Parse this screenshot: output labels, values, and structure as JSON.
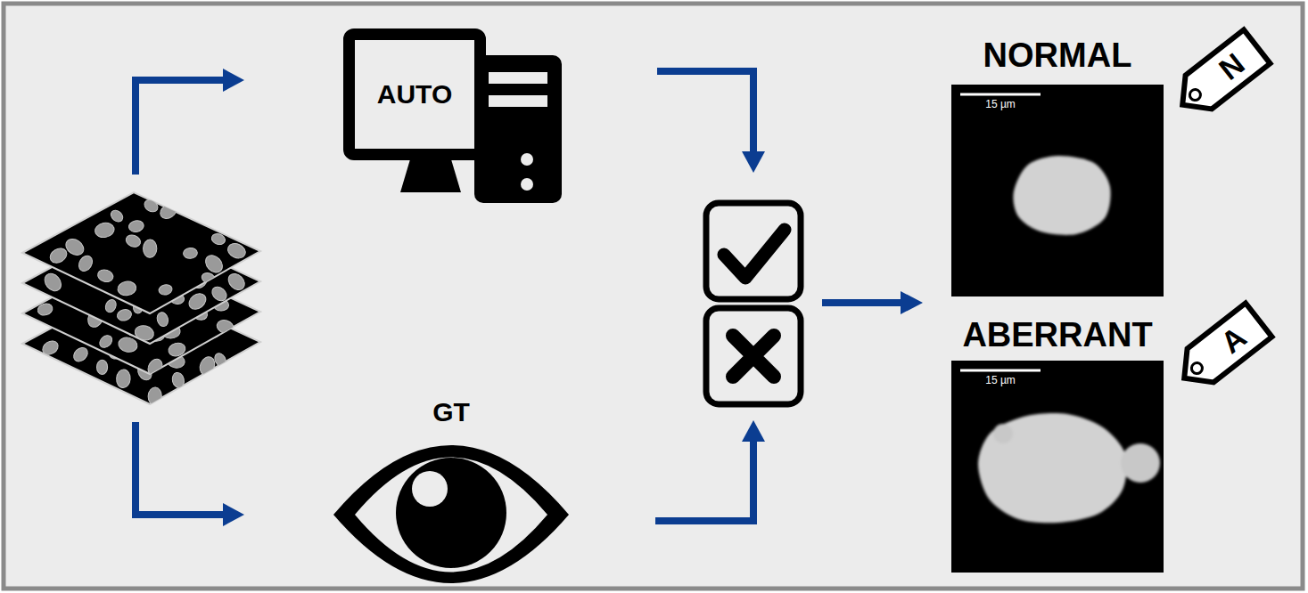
{
  "diagram": {
    "nodes": [
      {
        "text": [
          "AUTO"
        ]
      },
      {
        "text": [
          "GT"
        ]
      },
      {
        "text": [
          "NORMAL",
          "15 µm"
        ]
      },
      {
        "text": [
          "N"
        ]
      },
      {
        "text": [
          "ABERRANT",
          "15 µm"
        ]
      },
      {
        "text": [
          "A"
        ]
      }
    ]
  }
}
